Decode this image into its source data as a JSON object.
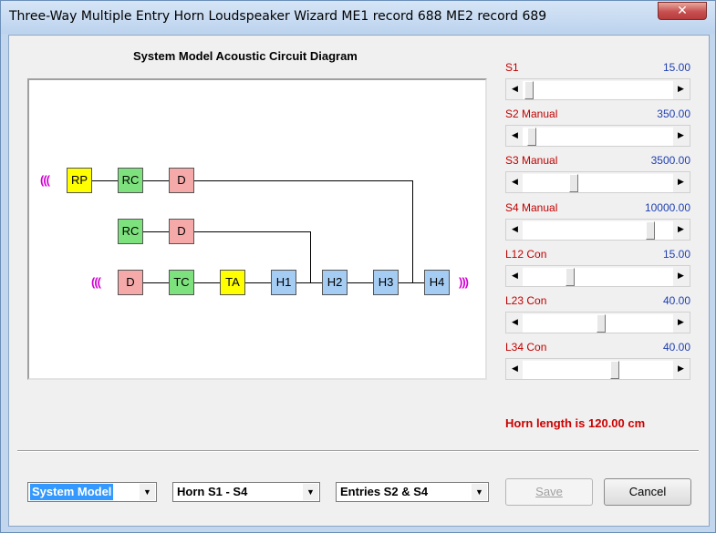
{
  "window": {
    "title": "Three-Way Multiple Entry Horn Loudspeaker Wizard   ME1 record 688   ME2 record 689",
    "close_glyph": "✕"
  },
  "diagram": {
    "title": "System Model Acoustic Circuit Diagram",
    "wave_in": "(((",
    "wave_out": ")))",
    "row1": [
      "RP",
      "RC",
      "D"
    ],
    "row2": [
      "RC",
      "D"
    ],
    "row3": [
      "D",
      "TC",
      "TA",
      "H1",
      "H2",
      "H3",
      "H4"
    ]
  },
  "params": [
    {
      "label": "S1",
      "value": "15.00",
      "level_pct": 1
    },
    {
      "label": "S2  Manual",
      "value": "350.00",
      "level_pct": 3
    },
    {
      "label": "S3  Manual",
      "value": "3500.00",
      "level_pct": 33
    },
    {
      "label": "S4  Manual",
      "value": "10000.00",
      "level_pct": 87
    },
    {
      "label": "L12  Con",
      "value": "15.00",
      "level_pct": 30
    },
    {
      "label": "L23  Con",
      "value": "40.00",
      "level_pct": 52
    },
    {
      "label": "L34  Con",
      "value": "40.00",
      "level_pct": 62
    }
  ],
  "scroll_left": "◀",
  "scroll_right": "▶",
  "horn_length": "Horn length is 120.00 cm",
  "bottom": {
    "dropdown1": "System Model",
    "dropdown2": "Horn S1 - S4",
    "dropdown3": "Entries S2 & S4",
    "arrow": "▼",
    "save_label": "Save",
    "cancel_label": "Cancel"
  }
}
